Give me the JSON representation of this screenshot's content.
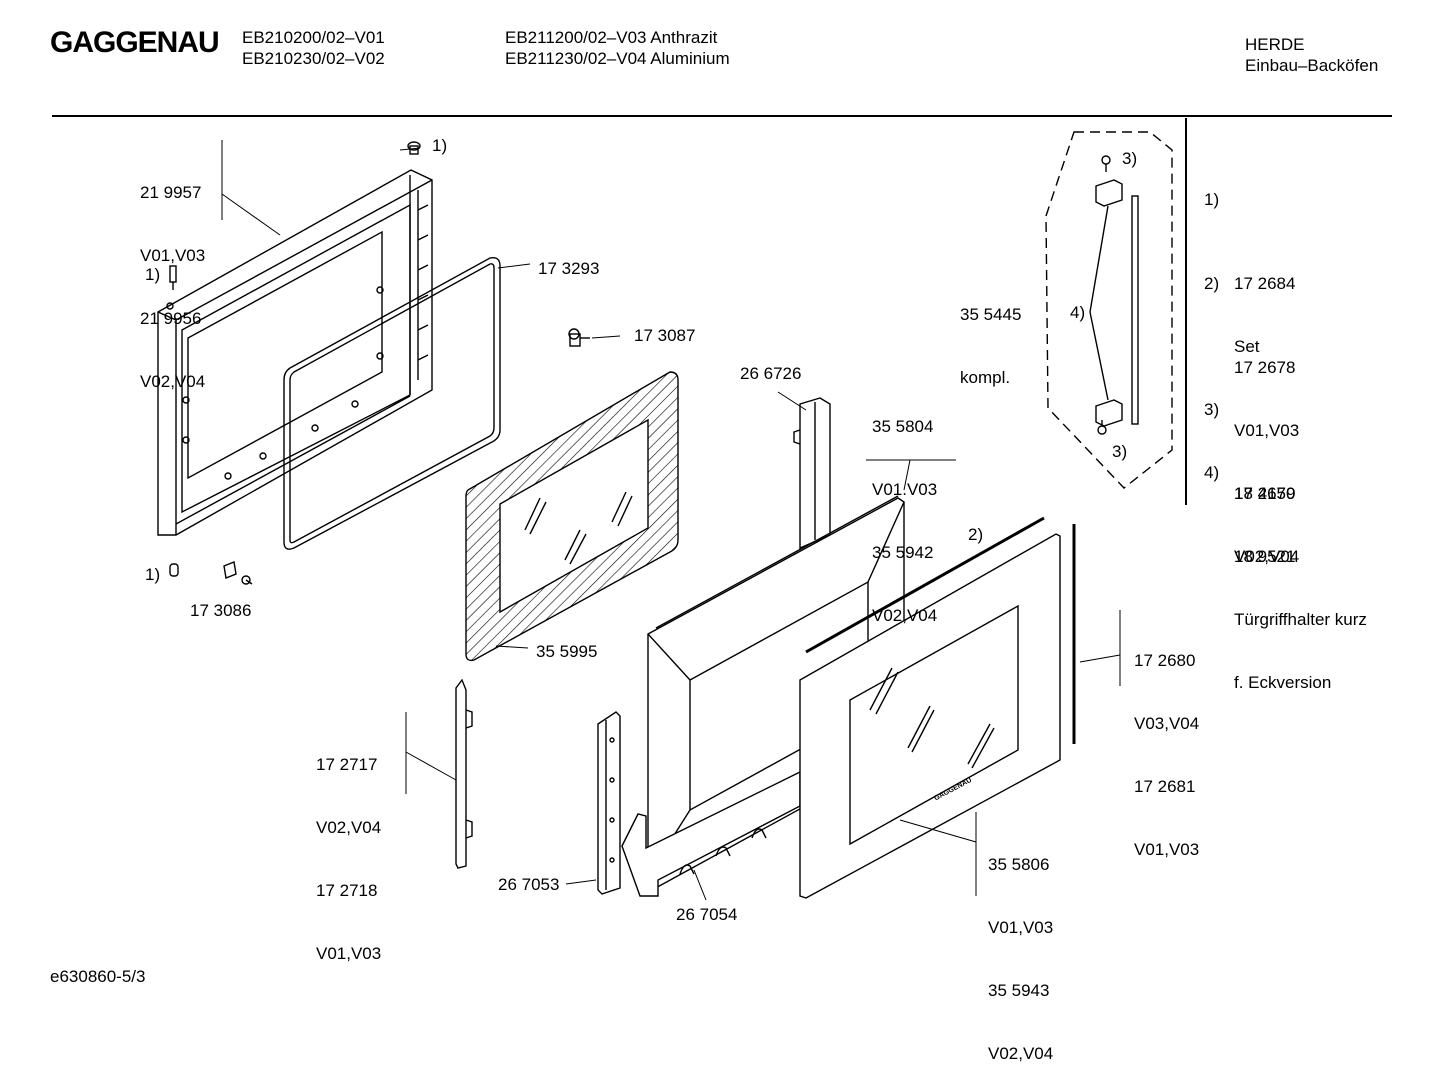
{
  "header": {
    "brand": "GAGGENAU",
    "models_col1": [
      "EB210200/02–V01",
      "EB210230/02–V02"
    ],
    "models_col2": [
      "EB211200/02–V03 Anthrazit",
      "EB211230/02–V04 Aluminium"
    ],
    "category": [
      "HERDE",
      "Einbau–Backöfen"
    ]
  },
  "legend": [
    {
      "key": "1)",
      "lines": [
        "17 2684",
        "Set"
      ]
    },
    {
      "key": "2)",
      "lines": [
        "17 2678",
        "V01,V03",
        "17 2679",
        "V02,V04"
      ]
    },
    {
      "key": "3)",
      "lines": [
        "18 4150"
      ]
    },
    {
      "key": "4)",
      "lines": [
        "18 9521",
        "Türgriffhalter kurz",
        "f. Eckversion"
      ]
    }
  ],
  "labels": {
    "frame": [
      "21 9957",
      "V01,V03",
      "21 9956",
      "V02,V04"
    ],
    "note1_top": "1)",
    "note1_left": "1)",
    "note1_bottom": "1)",
    "gasket": "17 3293",
    "screw": "17 3087",
    "clip": "17 3086",
    "inner_glass": "35 5995",
    "rail": "26 6726",
    "mid_frame": [
      "35 5804",
      "V01.V03",
      "35 5942",
      "V02,V04"
    ],
    "handle_kit": [
      "35 5445",
      "kompl."
    ],
    "handle_3_top": "3)",
    "handle_3_bottom": "3)",
    "handle_4": "4)",
    "strip_2": "2)",
    "side_strip": [
      "17 2680",
      "V03,V04",
      "17 2681",
      "V01,V03"
    ],
    "side_profile": [
      "17 2717",
      "V02,V04",
      "17 2718",
      "V01,V03"
    ],
    "bracket": "26 7053",
    "bottom_rail": "26 7054",
    "front_glass": [
      "35 5806",
      "V01,V03",
      "35 5943",
      "V02,V04"
    ],
    "front_logo": "GAGGENAU"
  },
  "footer": "e630860-5/3"
}
